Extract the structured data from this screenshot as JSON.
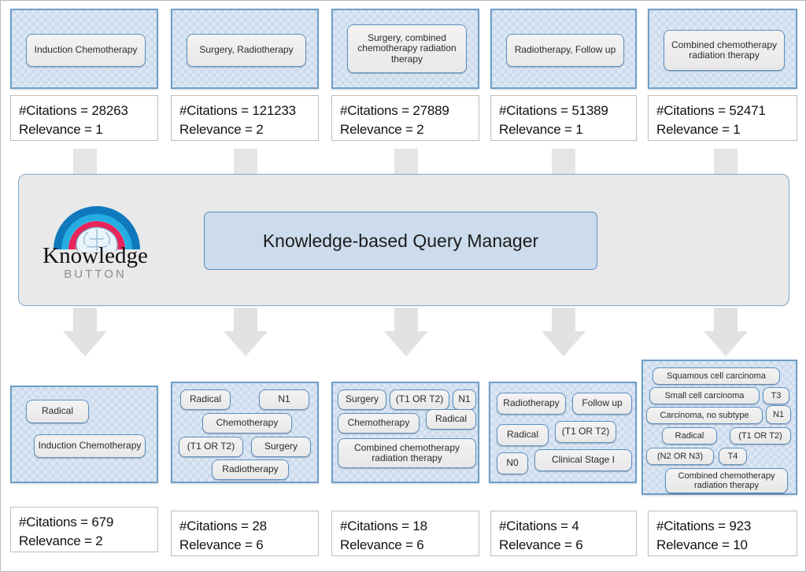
{
  "diagram": {
    "title": "Knowledge-based Query Manager",
    "logo": {
      "word": "Knowledge",
      "sub": "BUTTON",
      "mark": "brain-logo-icon"
    },
    "colors": {
      "panel_fill": "#cddced",
      "panel_border": "#6f9fc8",
      "chip_border": "#5b8fc0",
      "chip_fill": "#eeeeee",
      "manager_fill": "#ccdcec",
      "band_fill": "#e9e9e9",
      "arrow": "#e2e2e2"
    }
  },
  "inputs": [
    {
      "query": "Induction Chemotherapy",
      "citations": "#Citations = 28263",
      "relevance": "Relevance = 1"
    },
    {
      "query": "Surgery, Radiotherapy",
      "citations": "#Citations = 121233",
      "relevance": "Relevance = 2"
    },
    {
      "query": "Surgery, combined\nchemotherapy radiation\ntherapy",
      "citations": "#Citations = 27889",
      "relevance": "Relevance = 2"
    },
    {
      "query": "Radiotherapy, Follow up",
      "citations": "#Citations = 51389",
      "relevance": "Relevance = 1"
    },
    {
      "query": "Combined chemotherapy\nradiation therapy",
      "citations": "#Citations = 52471",
      "relevance": "Relevance = 1"
    }
  ],
  "outputs": [
    {
      "terms": [
        "Radical",
        "Induction Chemotherapy"
      ],
      "citations": "#Citations = 679",
      "relevance": "Relevance = 2"
    },
    {
      "terms": [
        "Radical",
        "N1",
        "Chemotherapy",
        "(T1 OR T2)",
        "Surgery",
        "Radiotherapy"
      ],
      "citations": "#Citations = 28",
      "relevance": "Relevance = 6"
    },
    {
      "terms": [
        "Surgery",
        "(T1 OR T2)",
        "N1",
        "Chemotherapy",
        "Radical",
        "Combined chemotherapy\nradiation therapy"
      ],
      "citations": "#Citations = 18",
      "relevance": "Relevance = 6"
    },
    {
      "terms": [
        "Radiotherapy",
        "Follow up",
        "Radical",
        "(T1 OR T2)",
        "N0",
        "Clinical Stage I"
      ],
      "citations": "#Citations = 4",
      "relevance": "Relevance = 6"
    },
    {
      "terms": [
        "Squamous cell carcinoma",
        "Small cell carcinoma",
        "T3",
        "Carcinoma, no subtype",
        "N1",
        "Radical",
        "(T1 OR T2)",
        "(N2 OR N3)",
        "T4",
        "Combined chemotherapy\nradiation therapy"
      ],
      "citations": "#Citations = 923",
      "relevance": "Relevance = 10"
    }
  ]
}
